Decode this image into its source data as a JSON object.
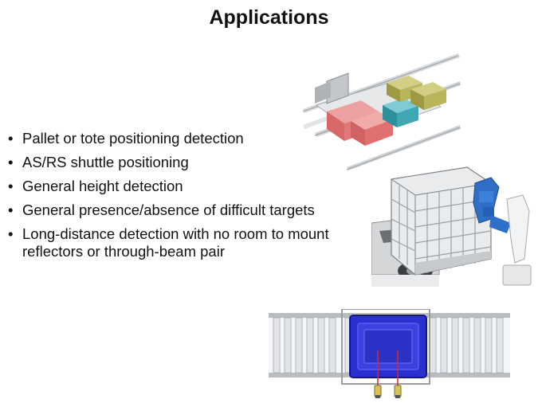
{
  "slide": {
    "title": "Applications",
    "bullets": [
      "Pallet or tote positioning detection",
      "AS/RS shuttle positioning",
      "General height detection",
      "General presence/absence of difficult targets",
      "Long-distance detection with no room to mount reflectors or through-beam pair"
    ],
    "bullet_glyph": "•"
  },
  "colors": {
    "tote_red": "#e07070",
    "tote_olive": "#b9b55a",
    "tote_teal": "#3fa7b3",
    "robot_blue": "#2f6fc7",
    "tote_blue": "#2a2fd0",
    "sensor_yellow": "#d8c25a"
  }
}
